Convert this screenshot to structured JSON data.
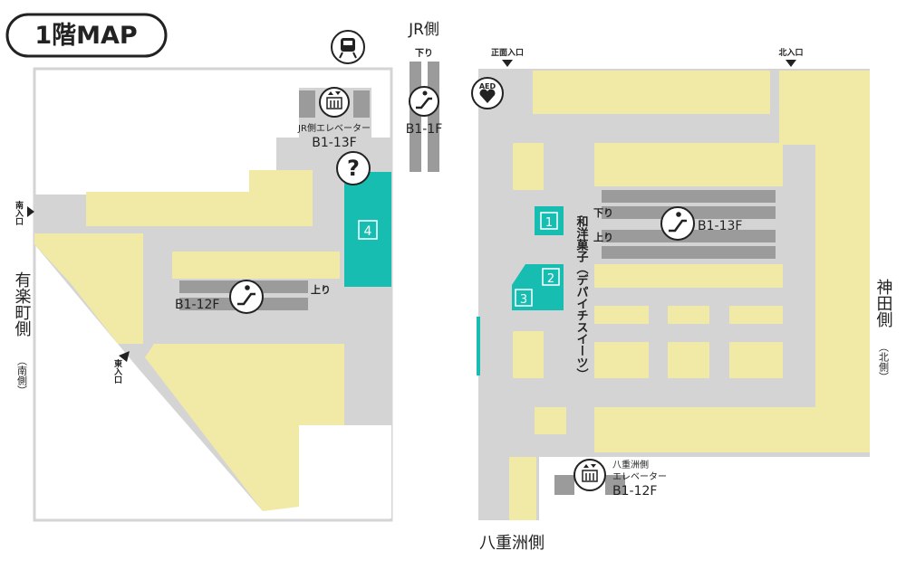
{
  "title": "1階MAP",
  "directions": {
    "jr": "JR側",
    "yurakucho": "有楽町側",
    "yurakucho_sub": "（南側）",
    "kanda": "神田側",
    "kanda_sub": "（北側）",
    "yaesu": "八重洲側"
  },
  "entrances": {
    "south": "南入口",
    "east": "東入口",
    "front": "正面入口",
    "north": "北入口"
  },
  "elevators": {
    "jr_label": "JR側エレベーター",
    "jr_floors": "B1-13F",
    "yaesu_label_1": "八重洲側",
    "yaesu_label_2": "エレベーター",
    "yaesu_floors": "B1-12F"
  },
  "escalators": {
    "jr_down": "下り",
    "jr_floors": "B1-1F",
    "left_up": "上り",
    "left_floors": "B1-12F",
    "right_down": "下り",
    "right_up": "上り",
    "right_floors": "B1-13F"
  },
  "shops": {
    "s1": "1",
    "s2": "2",
    "s3": "3",
    "s4": "4"
  },
  "area_label": "和洋菓子（デパイチスイーツ）",
  "icons": {
    "aed_text": "AED",
    "info_mark": "?"
  },
  "colors": {
    "floor": "#d4d4d4",
    "shop_area": "#f1e9a6",
    "highlight": "#16bdb0",
    "walkway": "#9b9b9b",
    "outline": "#222222"
  }
}
